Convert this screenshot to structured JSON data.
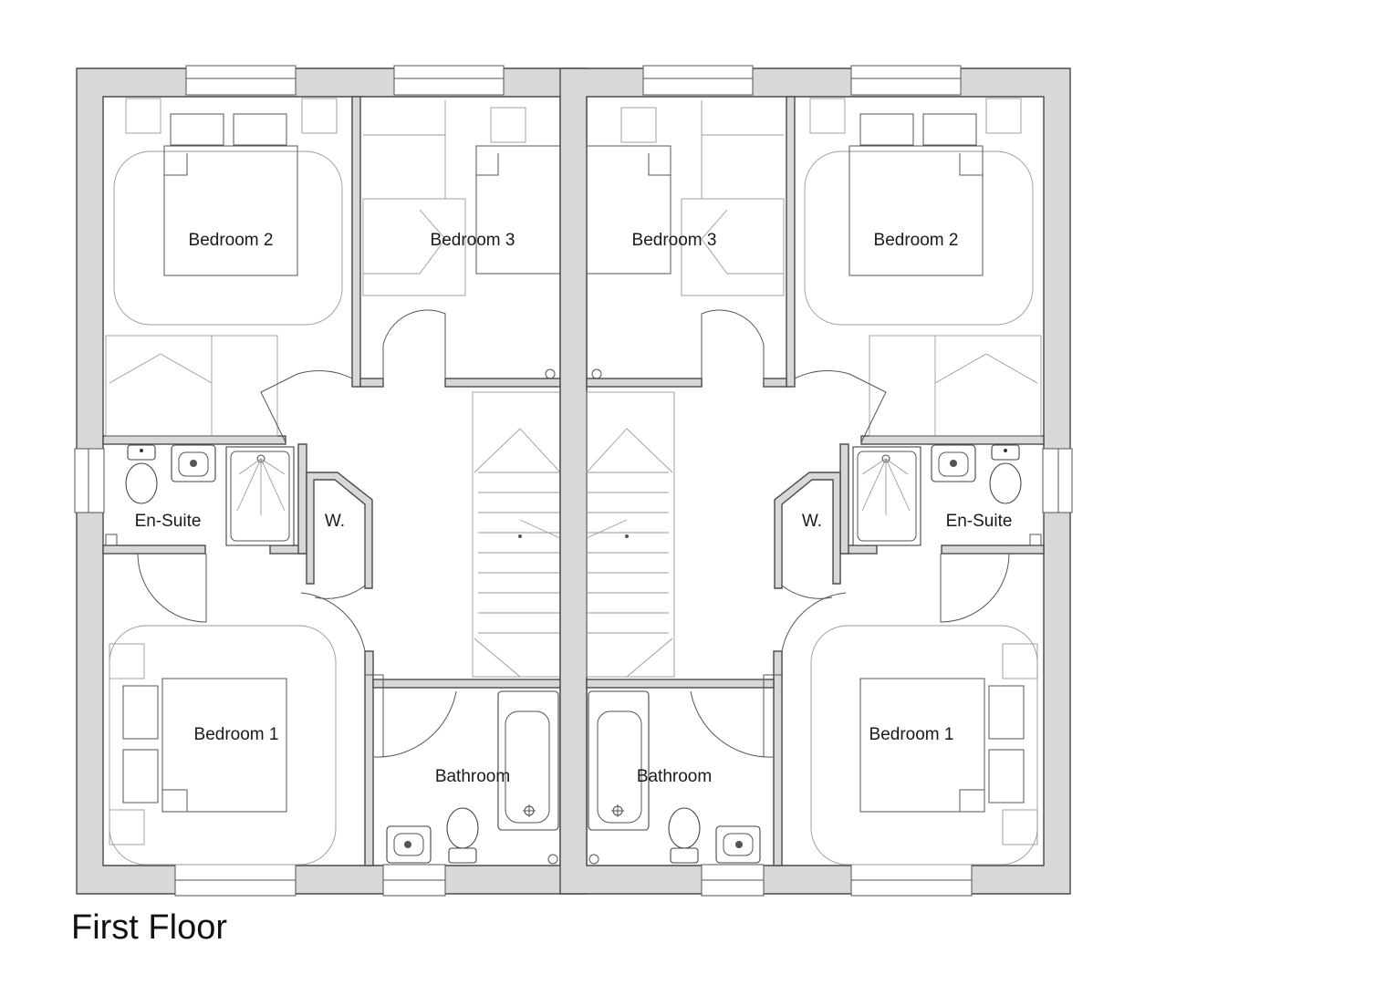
{
  "plan": {
    "title": "First Floor",
    "rooms": {
      "left": {
        "bedroom2": "Bedroom 2",
        "bedroom3": "Bedroom 3",
        "ensuite": "En-Suite",
        "wardrobe": "W.",
        "bedroom1": "Bedroom 1",
        "bathroom": "Bathroom"
      },
      "right": {
        "bedroom2": "Bedroom 2",
        "bedroom3": "Bedroom 3",
        "ensuite": "En-Suite",
        "wardrobe": "W.",
        "bedroom1": "Bedroom 1",
        "bathroom": "Bathroom"
      }
    },
    "colors": {
      "wall_fill": "#d8d8d8",
      "line": "#4a4a4a"
    }
  }
}
